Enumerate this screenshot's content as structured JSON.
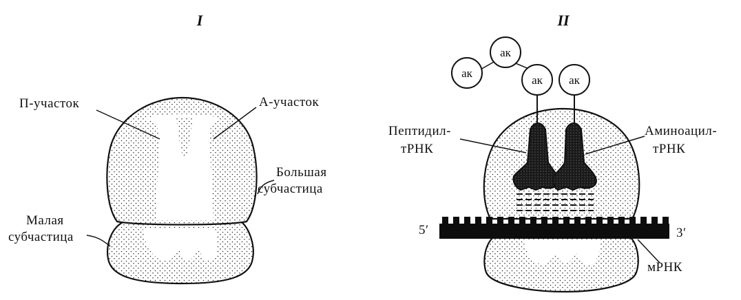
{
  "figure": {
    "panel_1": {
      "numeral": "I",
      "p_site": "П-участок",
      "a_site": "А-участок",
      "large_subunit_line1": "Большая",
      "large_subunit_line2": "субчастица",
      "small_subunit_line1": "Малая",
      "small_subunit_line2": "субчастица"
    },
    "panel_2": {
      "numeral": "II",
      "amino_acids": [
        "ак",
        "ак",
        "ак",
        "ак"
      ],
      "peptidyl_trna_line1": "Пептидил-",
      "peptidyl_trna_line2": "тРНК",
      "aminoacyl_trna_line1": "Аминоацил-",
      "aminoacyl_trna_line2": "тРНК",
      "five_prime": "5′",
      "three_prime": "3′",
      "mrna": "мРНК"
    }
  }
}
